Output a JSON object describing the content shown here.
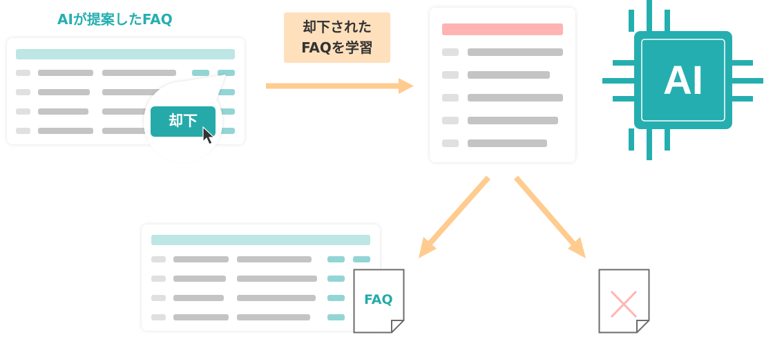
{
  "suggested_faq": {
    "title": "AIが提案したFAQ",
    "reject_button": "却下"
  },
  "learning_label": {
    "line1": "却下された",
    "line2": "FAQを学習"
  },
  "ai_chip": {
    "label": "AI",
    "color": "#25aeaf"
  },
  "accepted_doc": {
    "label": "FAQ"
  },
  "colors": {
    "teal": "#25aaa9",
    "arrow": "#ffcb8e",
    "label_bg": "#ffe0bd",
    "reject_bar": "#ffb3b3",
    "cross": "#ffb3b3"
  }
}
